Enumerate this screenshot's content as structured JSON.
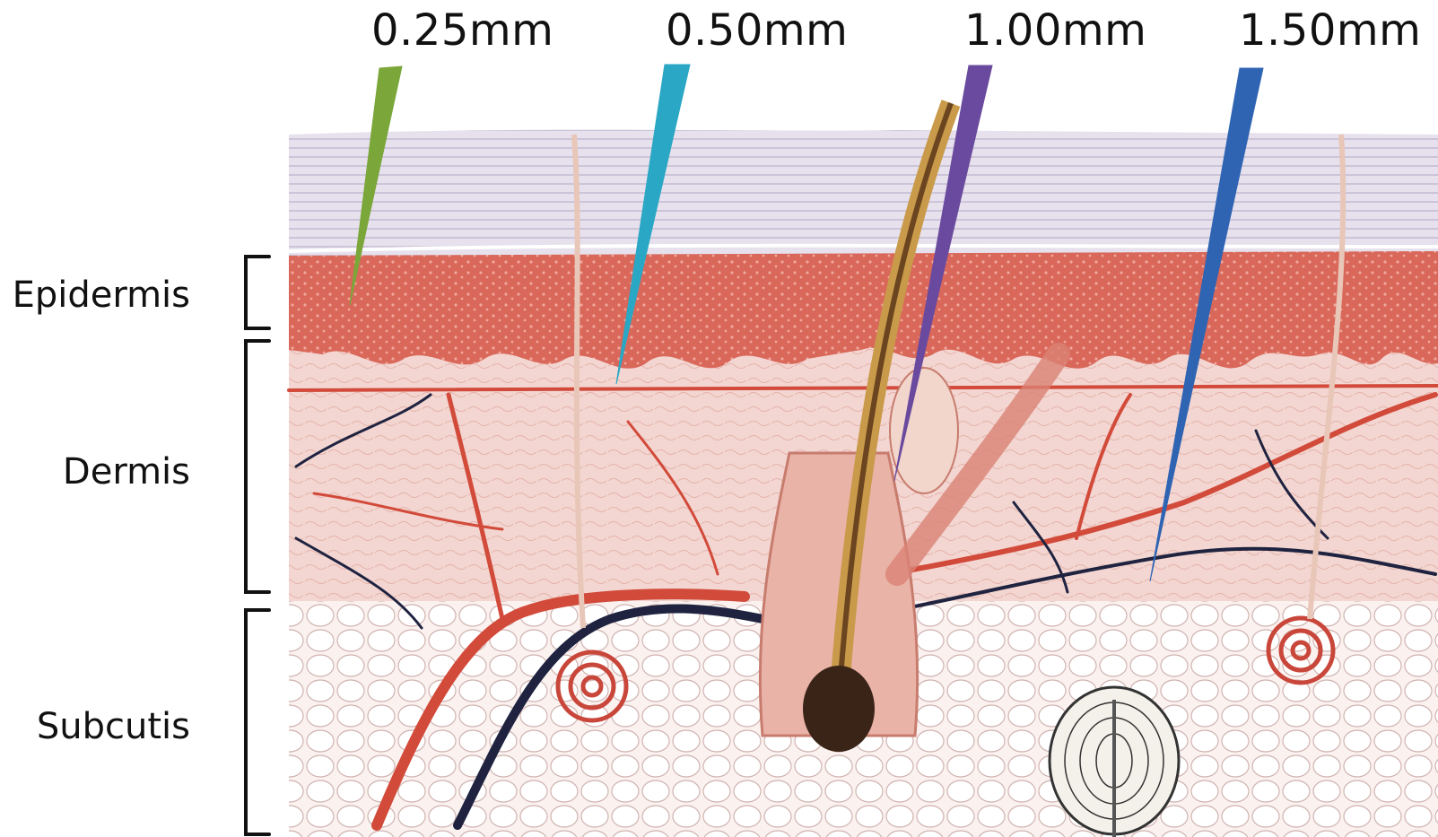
{
  "needles": [
    {
      "label": "0.25mm",
      "depth_mm": 0.25,
      "color": "#7ba63a"
    },
    {
      "label": "0.50mm",
      "depth_mm": 0.5,
      "color": "#2aa7c4"
    },
    {
      "label": "1.00mm",
      "depth_mm": 1.0,
      "color": "#6a4a9e"
    },
    {
      "label": "1.50mm",
      "depth_mm": 1.5,
      "color": "#2f64b3"
    }
  ],
  "layers": [
    {
      "label": "Epidermis"
    },
    {
      "label": "Dermis"
    },
    {
      "label": "Subcutis"
    }
  ],
  "colors": {
    "stratum_corneum": "#d9d3e3",
    "epidermis": "#d9685a",
    "dermis": "#f3d6d1",
    "subcutis": "#fbf2f0",
    "artery": "#d24a3a",
    "vein": "#1f2340",
    "hair": "#c89a4a",
    "bulb": "#3a2418"
  }
}
